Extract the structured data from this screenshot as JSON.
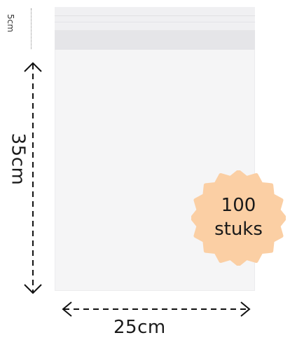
{
  "labels": {
    "small_height": "5cm",
    "height": "35cm",
    "width": "25cm"
  },
  "badge": {
    "line1": "100",
    "line2": "stuks",
    "color": "#fbcfa4"
  },
  "colors": {
    "bag_fill": "#f5f5f6",
    "seal_strip": "#e5e5e8",
    "arrow": "#111111"
  },
  "icons": [
    "vertical-arrow-icon",
    "horizontal-arrow-icon",
    "starburst-badge-icon"
  ]
}
